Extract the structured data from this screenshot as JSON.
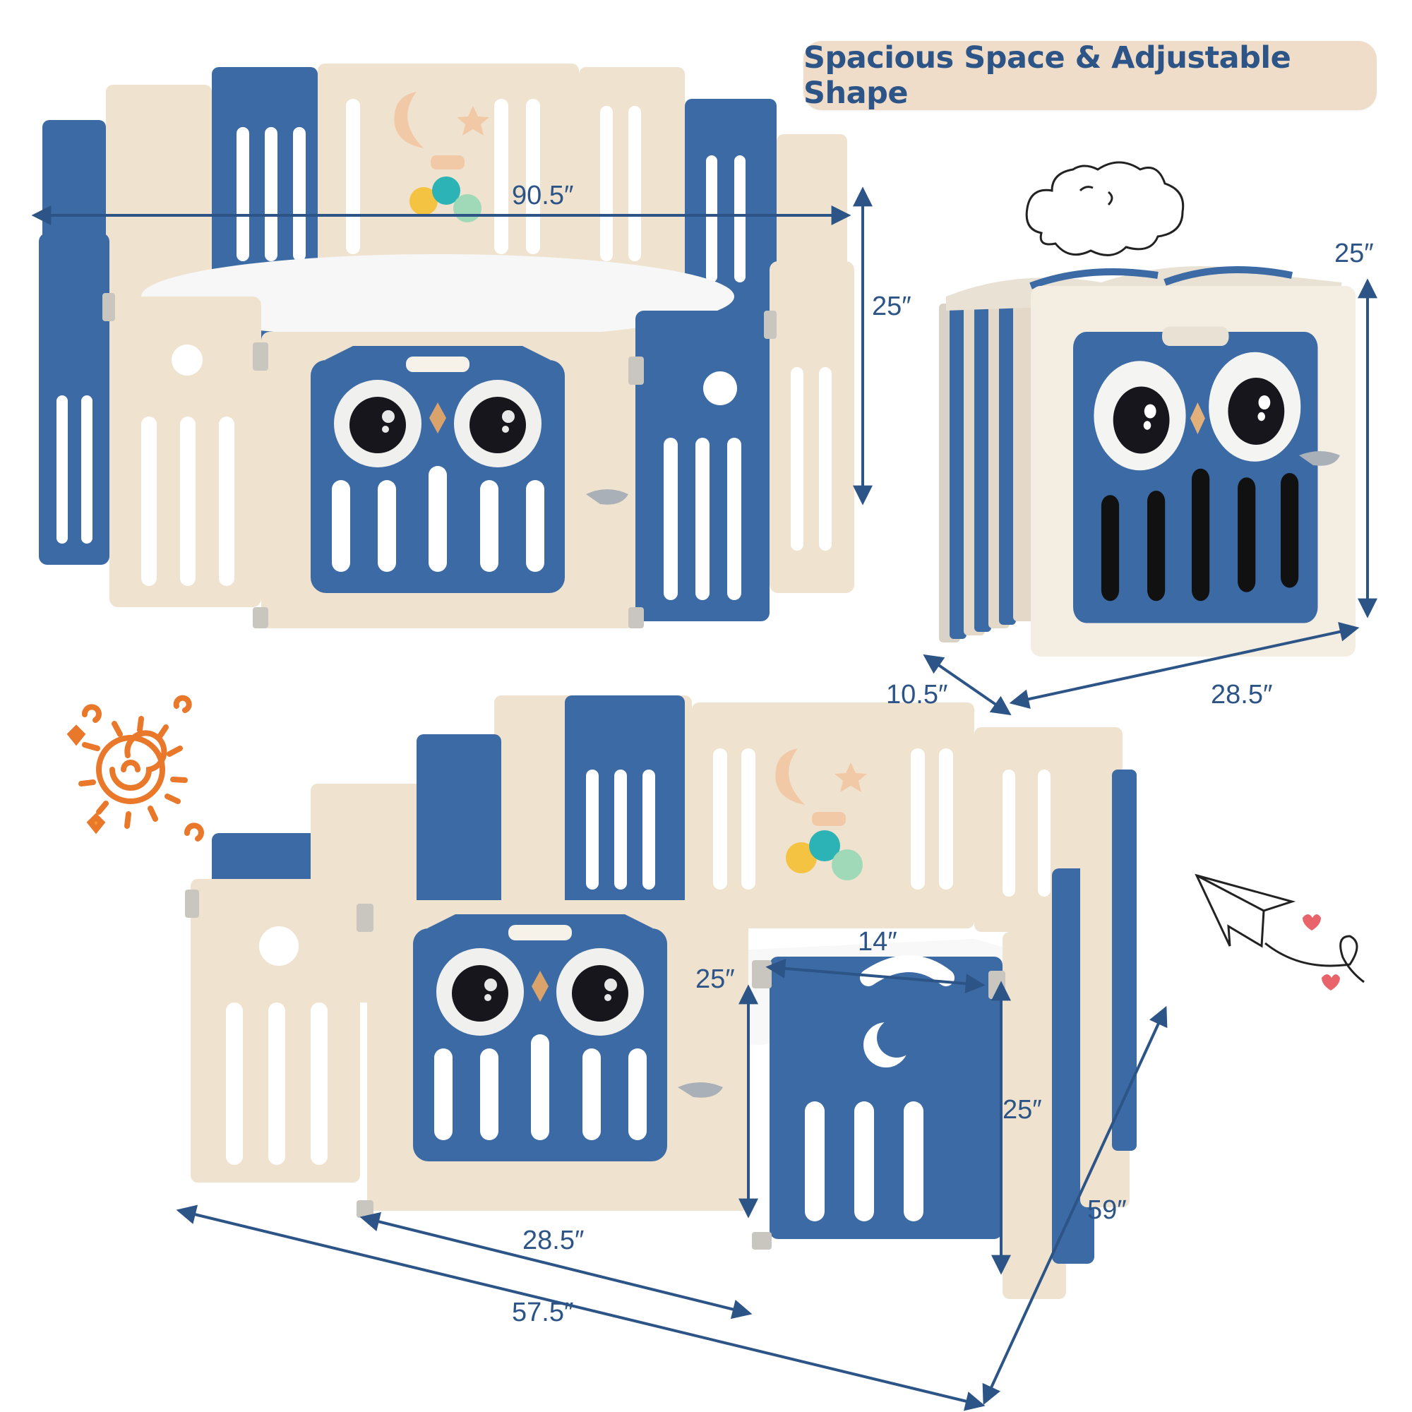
{
  "banner": {
    "title": "Spacious Space & Adjustable Shape"
  },
  "colors": {
    "brand_blue": "#2c5486",
    "panel_blue": "#3c6aa4",
    "panel_cream": "#efe3d0",
    "banner_bg": "#efdcc9",
    "hinge_gray": "#c9c6c0",
    "sun_orange": "#e9782a",
    "heart_red": "#e8646a"
  },
  "views": {
    "octagon": {
      "label": "Octagon / round configuration",
      "dimensions": {
        "width": "90.5″",
        "height": "25″"
      }
    },
    "folded": {
      "label": "Folded stack",
      "dimensions": {
        "height": "25″",
        "depth": "10.5″",
        "width": "28.5″"
      }
    },
    "rectangle": {
      "label": "Rectangle configuration",
      "dimensions": {
        "panel_width": "14″",
        "panel_height_front": "25″",
        "panel_height_side": "25″",
        "gate_width": "28.5″",
        "length": "57.5″",
        "depth": "59″"
      }
    }
  },
  "decorations": {
    "cloud": "cloud-icon",
    "sun": "sun-icon",
    "paper_plane": "paper-plane-icon"
  }
}
